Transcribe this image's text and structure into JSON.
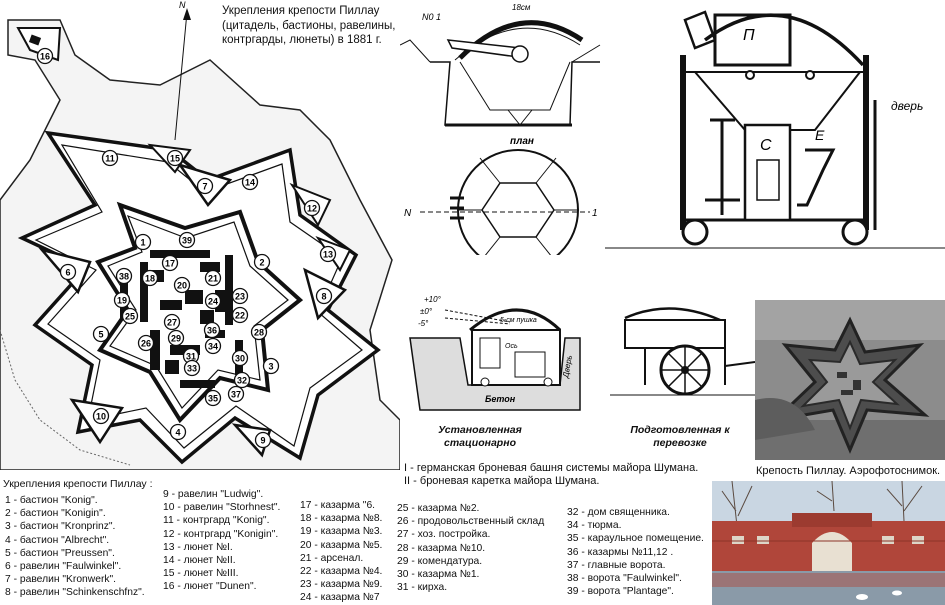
{
  "map": {
    "title": "Укрепления крепости Пиллау (цитадель, бастионы, равелины, контргарды, люнеты) в 1881 г.",
    "north_label": "N",
    "numbers": [
      "16",
      "11",
      "15",
      "7",
      "14",
      "12",
      "13",
      "39",
      "1",
      "17",
      "2",
      "18",
      "21",
      "20",
      "23",
      "38",
      "19",
      "24",
      "6",
      "8",
      "22",
      "25",
      "27",
      "28",
      "5",
      "29",
      "26",
      "36",
      "34",
      "30",
      "32",
      "31",
      "33",
      "35",
      "37",
      "3",
      "4",
      "10",
      "9"
    ]
  },
  "legend": {
    "heading": "Укрепления крепости Пиллау :",
    "col1": [
      "1 - бастион \"Konig\".",
      "2 - бастион \"Konigin\".",
      "3 - бастион \"Kronprinz\".",
      "4 - бастион \"Albrecht\".",
      "5 - бастион \"Preussen\".",
      "6 - равелин \"Faulwinkel\".",
      "7 - равелин \"Kronwerk\".",
      "8 - равелин \"Schinkenschfnz\"."
    ],
    "col2": [
      "9 - равелин \"Ludwig\".",
      "10 - равелин \"Storhnest\".",
      "11 - контргард \"Konig\".",
      "12 - контргард \"Konigin\".",
      "13 - люнет №I.",
      "14 - люнет №II.",
      "15 - люнет №III.",
      "16 - люнет \"Dunen\"."
    ],
    "col3": [
      "17 - казарма \"6.",
      "18 - казарма №8.",
      "19 - казарма №3.",
      "20 - казарма №5.",
      "21 - арсенал.",
      "22 - казарма №4.",
      "23 - казарма №9.",
      "24 - казарма №7"
    ],
    "col4": [
      "25 - казарма №2.",
      "26 - продовольственный склад",
      "27 - хоз. постройка.",
      "28 - казарма №10.",
      "29 - комендатура.",
      "30 - казарма №1.",
      "31 - кирха."
    ],
    "col5": [
      "32 - дом священника.",
      "34 - тюрма.",
      "35 - караульное помещение.",
      "36 - казармы №11,12 .",
      "37 - главные ворота.",
      "38 - ворота \"Faulwinkel\".",
      "39 - ворота \"Plantage\"."
    ]
  },
  "turret_plan": {
    "top_label": "N0 1",
    "dim_label": "18см",
    "plan_label": "план",
    "n_label": "N",
    "one_label": "1"
  },
  "carriage_diagram": {
    "label_p": "П",
    "label_door": "дверь",
    "label_c": "C",
    "label_e": "E"
  },
  "installed": {
    "angle1": "+10°",
    "angle2": "±0°",
    "angle3": "-5°",
    "gun_label": "5-см пушка",
    "axis_label": "Ось",
    "door_label": "Дверь",
    "concrete_label": "Бетон",
    "cap_installed": "Установленная стационарно",
    "cap_prepared": "Подготовленная к перевозке"
  },
  "caption_i": "I - германская броневая башня системы майора Шумана.",
  "caption_ii": "II - броневая каретка майора Шумана.",
  "aerial_caption": "Крепость Пиллау. Аэрофотоснимок.",
  "colors": {
    "ink": "#111111",
    "brick": "#b0463a",
    "water": "#8a9aa8",
    "sky": "#c9d6e2"
  }
}
